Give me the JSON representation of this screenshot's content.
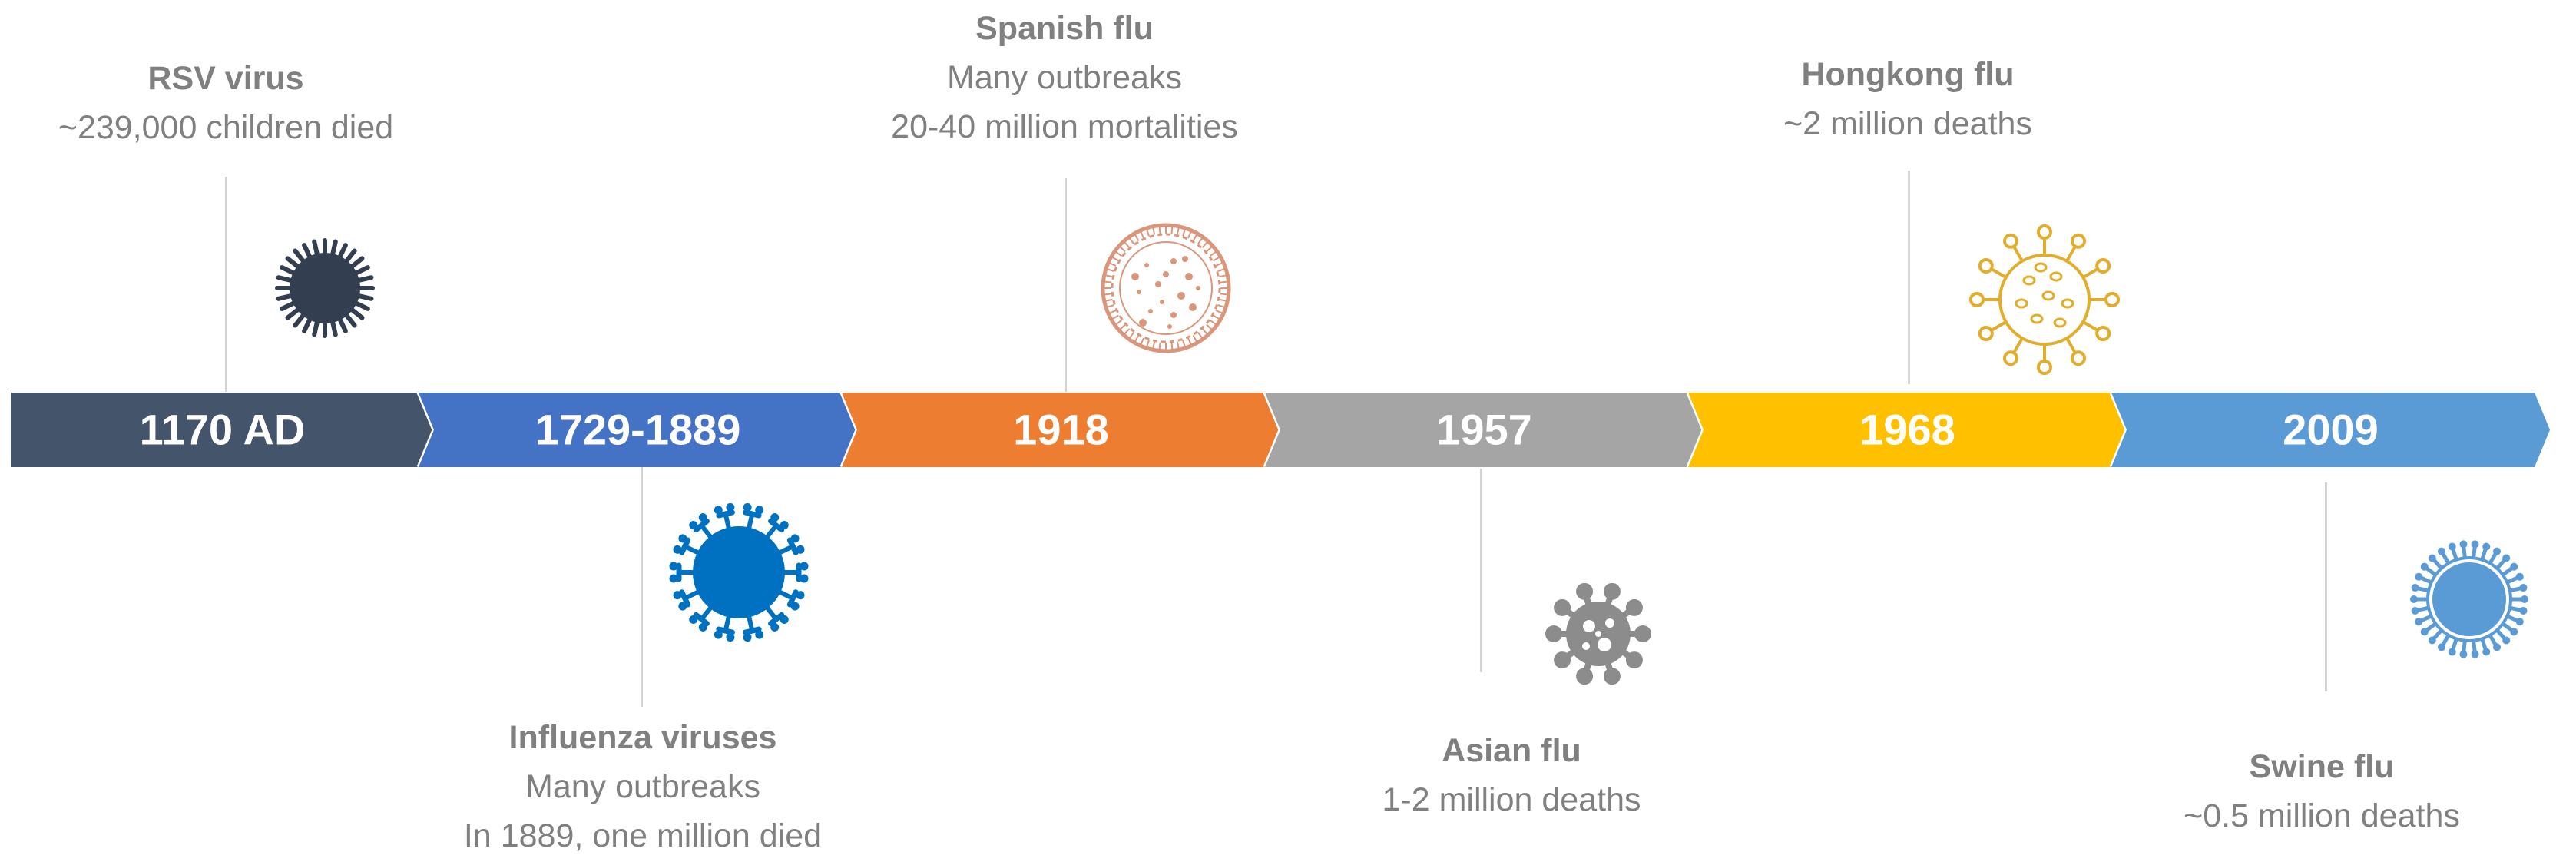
{
  "segments": [
    {
      "year": "1170 AD",
      "color": "#44546a"
    },
    {
      "year": "1729-1889",
      "color": "#4472c4"
    },
    {
      "year": "1918",
      "color": "#ed7d31"
    },
    {
      "year": "1957",
      "color": "#a5a5a5"
    },
    {
      "year": "1968",
      "color": "#ffc000"
    },
    {
      "year": "2009",
      "color": "#5b9bd5"
    }
  ],
  "events": [
    {
      "title": "RSV virus",
      "lines": [
        "~239,000 children died"
      ],
      "icon": "dark-virus-icon",
      "color": "#333f50"
    },
    {
      "title": "Influenza viruses",
      "lines": [
        "Many outbreaks",
        "In 1889, one million died"
      ],
      "icon": "blue-influenza-virus-icon",
      "color": "#0070c0"
    },
    {
      "title": "Spanish flu",
      "lines": [
        "Many outbreaks",
        "20-40 million mortalities"
      ],
      "icon": "sketched-virus-icon",
      "color": "#d9967a"
    },
    {
      "title": "Asian flu",
      "lines": [
        "1-2 million deaths"
      ],
      "icon": "gray-coronavirus-icon",
      "color": "#8c8c8c"
    },
    {
      "title": "Hongkong flu",
      "lines": [
        "~2 million deaths"
      ],
      "icon": "outlined-yellow-virus-icon",
      "color": "#e2ad2a"
    },
    {
      "title": "Swine flu",
      "lines": [
        "~0.5 million deaths"
      ],
      "icon": "light-blue-virus-icon",
      "color": "#5b9bd5"
    }
  ]
}
